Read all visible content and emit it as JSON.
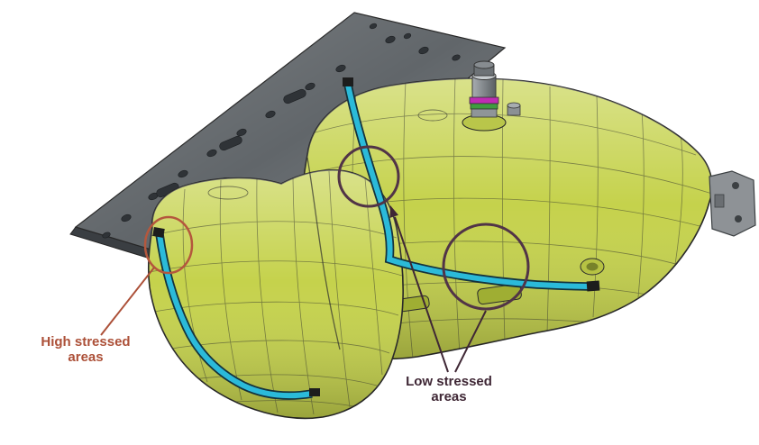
{
  "figure": {
    "annotations": {
      "high_stress": {
        "line1": "High stressed",
        "line2": "areas"
      },
      "low_stress": {
        "line1": "Low stressed",
        "line2": "areas"
      }
    }
  },
  "colors": {
    "background": "#ffffff",
    "outline": "#262626",
    "tank": "#c5d24c",
    "tank_deep": "#9fae33",
    "strap": "#2bbad9",
    "strap_edge": "#14333d",
    "plate": "#61666a",
    "plate_edge": "#3a3e42",
    "bracket": "#8e9296",
    "filler_magenta": "#bf2cb3",
    "filler_green": "#3f9c3f",
    "high_stress": "#ac5038",
    "high_stress_circle": "#b4573d",
    "low_stress": "#3f2735",
    "low_stress_circle": "#513447"
  }
}
